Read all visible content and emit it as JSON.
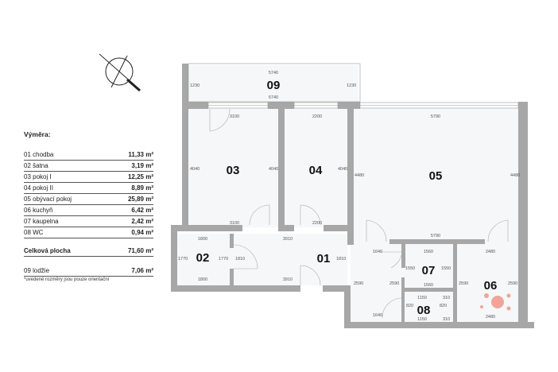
{
  "legend": {
    "title": "Výměra:",
    "rooms": [
      {
        "name": "01 chodba",
        "area": "11,33 m²"
      },
      {
        "name": "02 šatna",
        "area": "3,19 m²"
      },
      {
        "name": "03 pokoj I",
        "area": "12,25 m²"
      },
      {
        "name": "04 pokoj II",
        "area": "8,89 m²"
      },
      {
        "name": "05 obývací pokoj",
        "area": "25,89 m²"
      },
      {
        "name": "06 kuchyň",
        "area": "6,42 m²"
      },
      {
        "name": "07 kaupelna",
        "area": "2,42 m²"
      },
      {
        "name": "08 WC",
        "area": "0,94 m²"
      }
    ],
    "total": {
      "name": "Celková plocha",
      "area": "71,60 m²"
    },
    "loggia": {
      "name": "09 lodžie",
      "area": "7,06 m²"
    },
    "note": "*uvedené rozměry jsou pouze orientační"
  },
  "plan": {
    "rooms": {
      "r01": "01",
      "r02": "02",
      "r03": "03",
      "r04": "04",
      "r05": "05",
      "r06": "06",
      "r07": "07",
      "r08": "08",
      "r09": "09"
    },
    "dims": {
      "d5740": "5740",
      "d1230": "1230",
      "d3100": "3100",
      "d2200": "2200",
      "d5790": "5790",
      "d4040": "4040",
      "d4480": "4480",
      "d1800": "1800",
      "d3910": "3910",
      "d1770": "1770",
      "d1810": "1810",
      "d1640": "1640",
      "d1560": "1560",
      "d1550": "1550",
      "d2480": "2480",
      "d2590": "2590",
      "d1150": "1150",
      "d820": "820",
      "d310": "310"
    },
    "wall_color": "#a7a7a7",
    "floor_color": "#f6f7f8"
  }
}
